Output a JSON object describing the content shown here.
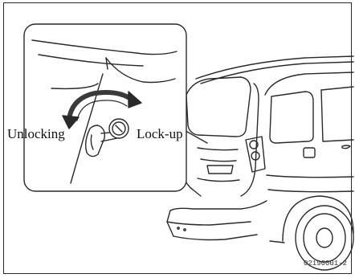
{
  "labels": {
    "unlocking": "Unlocking",
    "lock_up": "Lock-up"
  },
  "figure_code": "02190001-2",
  "colors": {
    "ink": "#2a2a2a",
    "background": "#ffffff"
  }
}
